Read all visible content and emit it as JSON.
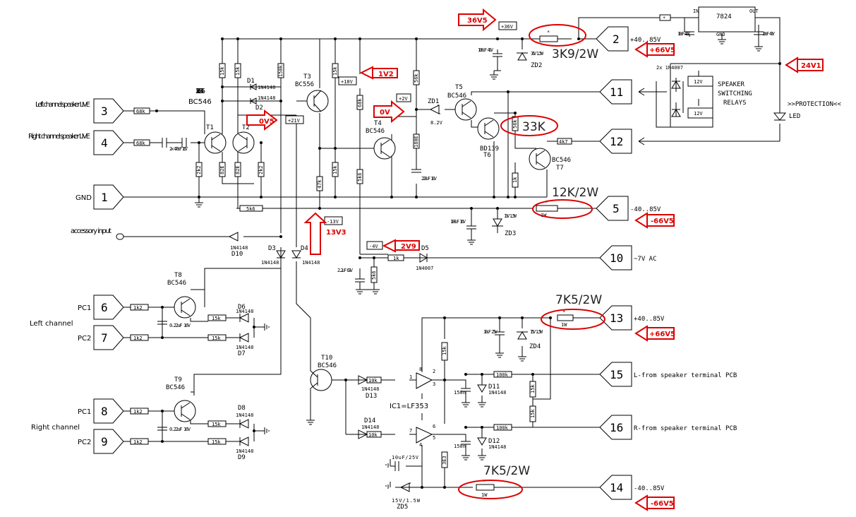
{
  "connectors": {
    "c1": {
      "num": "1",
      "label": "GND"
    },
    "c2": {
      "num": "2",
      "label": "+40..85V"
    },
    "c3": {
      "num": "3",
      "label": "Left channel speaker LIVE"
    },
    "c4": {
      "num": "4",
      "label": "Right channel speaker LIVE"
    },
    "c5": {
      "num": "5",
      "label": "-40..85V"
    },
    "c6": {
      "num": "6",
      "label": "PC1"
    },
    "c7": {
      "num": "7",
      "label": "PC2"
    },
    "c8": {
      "num": "8",
      "label": "PC1"
    },
    "c9": {
      "num": "9",
      "label": "PC2"
    },
    "c10": {
      "num": "10",
      "label": "~7V AC"
    },
    "c11": {
      "num": "11"
    },
    "c12": {
      "num": "12"
    },
    "c13": {
      "num": "13",
      "label": "+40..85V"
    },
    "c14": {
      "num": "14",
      "label": "-40..85V"
    },
    "c15": {
      "num": "15",
      "label": "L-from speaker terminal PCB"
    },
    "c16": {
      "num": "16",
      "label": "R-from speaker terminal PCB"
    }
  },
  "labels": {
    "accessory": "accessory input",
    "left_channel": "Left channel",
    "right_channel": "Right channel",
    "relays": [
      "SPEAKER",
      "SWITCHING",
      "RELAYS"
    ],
    "protection": ">>PROTECTION<<",
    "led": "LED",
    "ic1": "IC1=LF353",
    "relay_coil": "12V",
    "relay_diodes": "2x 1N4007"
  },
  "transistors": {
    "t12": "2x BC546",
    "t1": "T1",
    "t2": "T2",
    "t3": "T3",
    "t3p": "BC556",
    "t4": "T4",
    "t4p": "BC546",
    "t5": "T5",
    "t5p": "BC546",
    "t6": "T6",
    "t6p": "BD139",
    "t7": "T7",
    "t7p": "BC546",
    "t8": "T8",
    "t8p": "BC546",
    "t9": "T9",
    "t9p": "BC546",
    "t10": "T10",
    "t10p": "BC546"
  },
  "diodes": {
    "d1": "D1",
    "d2": "D2",
    "d3": "D3",
    "d4": "D4",
    "d5": "D5",
    "d6": "D6",
    "d7": "D7",
    "d8": "D8",
    "d9": "D9",
    "d10": "D10",
    "d11": "D11",
    "d12": "D12",
    "d13": "D13",
    "d14": "D14",
    "zd1": "ZD1",
    "zd2": "ZD2",
    "zd3": "ZD3",
    "zd4": "ZD4",
    "zd5": "ZD5",
    "p1n4148": "1N4148",
    "p1n4007": "1N4007",
    "zd1v": "8.2V",
    "zd2v": "36V 1.5W",
    "zd3v": "13V 1.5W",
    "zd4v": "15V 1.5W",
    "zd5v": "15V/1.5W"
  },
  "resistors": {
    "r68k": "68k",
    "r15k": "15k",
    "r150k": "150k",
    "r2k2": "2k2",
    "r82e": "82E",
    "r5k6": "5k6",
    "r47k": "47k",
    "r68k2": "68k",
    "r56k": "56k",
    "r100k": "100k",
    "r180e": "180E",
    "r4k7": "4k7",
    "r1k": "1k",
    "r1k2": "1k2",
    "r10k": "10k",
    "r3e3": "3E3",
    "r1w": "1W",
    "rstar": "*"
  },
  "caps": {
    "c470": "2x 470uF 16V",
    "c100_40": "100uF 40V",
    "c220": "220uF 10V",
    "c100_16": "100uF 16V",
    "c2u2": "2.2uF 63V",
    "c022": "0.22uF 16V",
    "c10_25": "10uF 25V",
    "c150n": "150n",
    "c10_25b": "10uF/25V",
    "c10_40": "10uF 40V"
  },
  "regulator": {
    "part": "7824",
    "in": "IN",
    "out": "OUT",
    "gnd": "GND"
  },
  "voltage_tags": {
    "p36": "+36V",
    "p18": "+18V",
    "p2": "+2V",
    "p21": "+21V",
    "m13": "-13V",
    "m4": "-4V"
  },
  "annotations": {
    "v36v5": "36V5",
    "v1v2": "1V2",
    "v0v5": "0V5",
    "v0v": "0V",
    "v13v3": "13V3",
    "v2v9": "2V9",
    "v24v1": "24V1",
    "v66a": "+66V5",
    "v66b": "-66V5",
    "v66c": "+66V5",
    "v66d": "-66V5",
    "b3k9": "3K9/2W",
    "b33k": "33K",
    "b12k": "12K/2W",
    "b7k5a": "7K5/2W",
    "b7k5b": "7K5/2W"
  },
  "colors": {
    "ink": "#000000",
    "annotation": "#dd0000",
    "paper": "#ffffff"
  }
}
